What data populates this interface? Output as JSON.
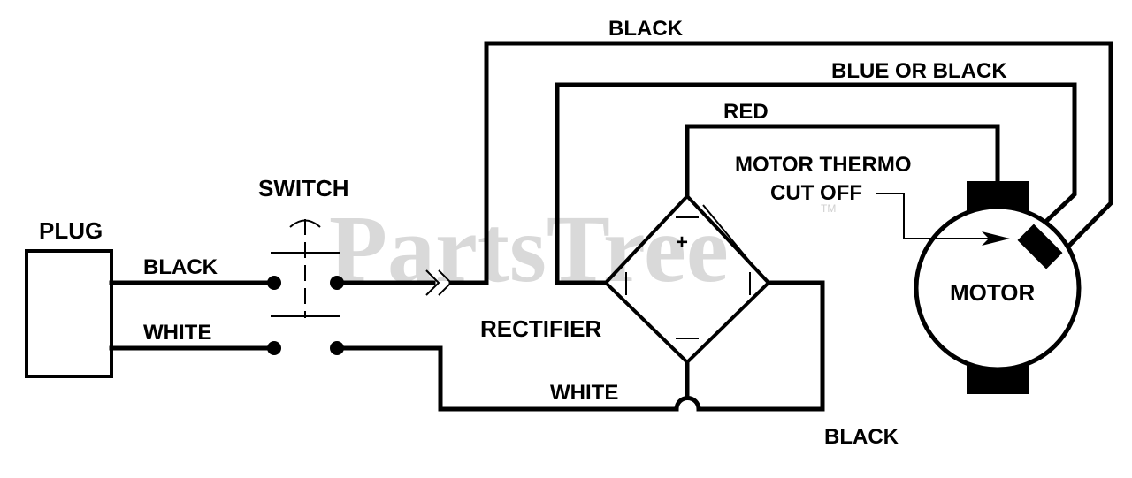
{
  "watermark": {
    "text": "PartsTree",
    "tm": "TM"
  },
  "labels": {
    "plug": "PLUG",
    "switch": "SWITCH",
    "rectifier": "RECTIFIER",
    "motor": "MOTOR",
    "thermo_line1": "MOTOR THERMO",
    "thermo_line2": "CUT OFF",
    "plus": "+"
  },
  "wires": {
    "black_top": "BLACK",
    "blue_or_black": "BLUE OR BLACK",
    "red": "RED",
    "plug_black": "BLACK",
    "plug_white": "WHITE",
    "white_bottom": "WHITE",
    "black_bottom": "BLACK"
  }
}
